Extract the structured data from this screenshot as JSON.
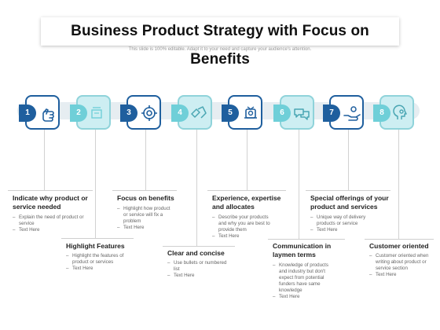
{
  "title": "Business Product Strategy with Focus on Benefits",
  "subtitle": "This slide is 100% editable. Adapt it to your need and capture your audience's attention.",
  "steps": [
    {
      "num": "1",
      "icon": "pointing-hand-icon"
    },
    {
      "num": "2",
      "icon": "document-stack-icon"
    },
    {
      "num": "3",
      "icon": "target-icon"
    },
    {
      "num": "4",
      "icon": "hands-exchange-icon"
    },
    {
      "num": "5",
      "icon": "shield-badge-icon"
    },
    {
      "num": "6",
      "icon": "chat-bubbles-icon"
    },
    {
      "num": "7",
      "icon": "hand-coin-icon"
    },
    {
      "num": "8",
      "icon": "head-gear-icon"
    }
  ],
  "cards": [
    {
      "title": "Indicate why  product or service needed",
      "lines": [
        "Explain the need of product or service",
        "Text Here"
      ]
    },
    {
      "title": "Highlight Features",
      "lines": [
        "Highlight the features of product or services",
        "Text Here"
      ]
    },
    {
      "title": "Focus on benefits",
      "lines": [
        "Highlight how product or service will fix a problem",
        "Text Here"
      ]
    },
    {
      "title": "Clear and concise",
      "lines": [
        "Use bullets or numbered list",
        "Text Here"
      ]
    },
    {
      "title": "Experience, expertise and allocates",
      "lines": [
        "Describe your products and why you are best to provide them",
        "Text Here"
      ]
    },
    {
      "title": "Communication in laymen terms",
      "lines": [
        "Knowledge of products and industry but don't expect from potential funders have same knowledge",
        "Text Here"
      ]
    },
    {
      "title": "Special offerings of your product and services",
      "lines": [
        "Unique way of delivery products or service",
        "Text Here"
      ]
    },
    {
      "title": "Customer oriented",
      "lines": [
        "Customer oriented when writing about product or service section",
        "Text Here"
      ]
    }
  ],
  "colors": {
    "dark_blue": "#1f5f9e",
    "teal": "#6fcfd8",
    "light_teal": "#cdeef2"
  }
}
